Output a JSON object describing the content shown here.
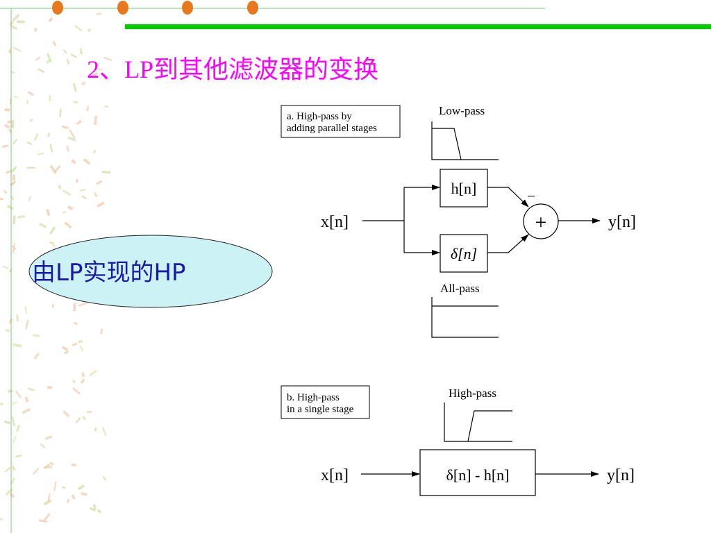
{
  "slide": {
    "title": "2、LP到其他滤波器的变换",
    "title_color": "#ff00ff",
    "callout_text": "由LP实现的HP",
    "callout_fill": "#cdf2f6",
    "callout_text_color": "#1a1aa8",
    "accent_green": "#00cc00",
    "dot_color": "#e8781e"
  },
  "diagram_a": {
    "caption_line1": "a. High-pass by",
    "caption_line2": "adding parallel stages",
    "input_label": "x[n]",
    "output_label": "y[n]",
    "upper_block": "h[n]",
    "lower_block": "δ[n]",
    "upper_response_label": "Low-pass",
    "lower_response_label": "All-pass",
    "minus_sign": "−",
    "adder_symbol": "+"
  },
  "diagram_b": {
    "caption_line1": "b. High-pass",
    "caption_line2": "in a single stage",
    "input_label": "x[n]",
    "output_label": "y[n]",
    "block": "δ[n] - h[n]",
    "response_label": "High-pass"
  }
}
